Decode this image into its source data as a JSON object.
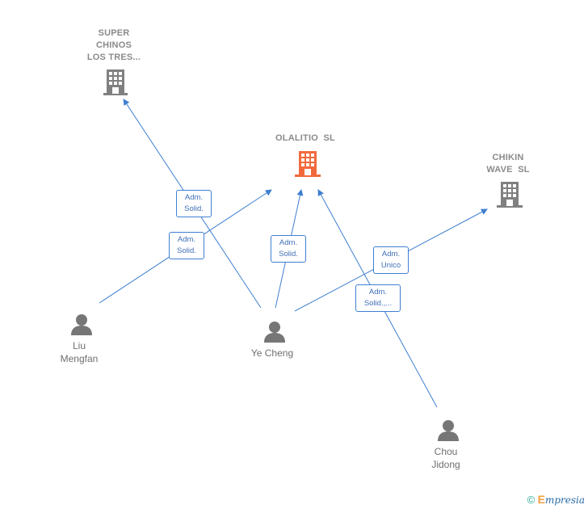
{
  "colors": {
    "edge": "#3f7fd1",
    "company_icon": "#808080",
    "main_company_icon": "#f26a3c",
    "person_icon": "#767676"
  },
  "companies": {
    "super_chinos": {
      "line1": "SUPER",
      "line2": "CHINOS",
      "line3": "LOS TRES..."
    },
    "olalitio": {
      "name": "OLALITIO  SL"
    },
    "chikin": {
      "line1": "CHIKIN",
      "line2": "WAVE  SL"
    }
  },
  "persons": {
    "liu": {
      "line1": "Liu",
      "line2": "Mengfan"
    },
    "ye": {
      "name": "Ye Cheng"
    },
    "chou": {
      "line1": "Chou",
      "line2": "Jidong"
    }
  },
  "roles": {
    "ye_super": {
      "line1": "Adm.",
      "line2": "Solid."
    },
    "liu_olalitio": {
      "line1": "Adm.",
      "line2": "Solid."
    },
    "ye_olalitio": {
      "line1": "Adm.",
      "line2": "Solid."
    },
    "ye_chikin": {
      "line1": "Adm.",
      "line2": "Unico"
    },
    "chou_olalitio": {
      "line1": "Adm.",
      "line2": "Solid.,..."
    }
  },
  "footer": {
    "copyright": "©",
    "brand_e": "E",
    "brand_rest": "mpresia"
  }
}
